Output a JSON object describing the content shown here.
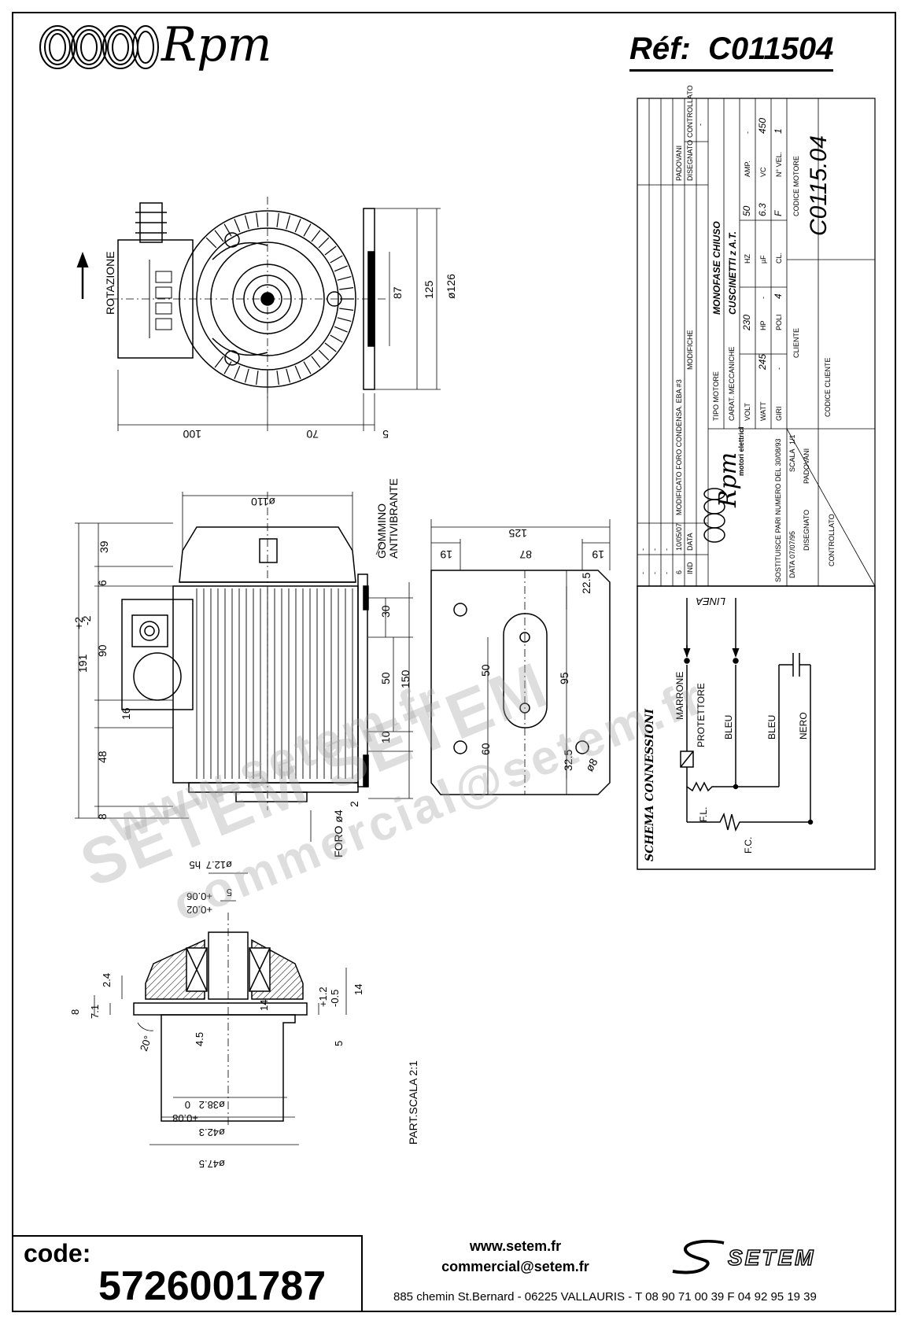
{
  "header": {
    "brand": "Rpm",
    "ref_label": "Réf:",
    "ref_value": "C011504"
  },
  "front_view": {
    "rotation_label": "ROTAZIONE",
    "dims": [
      "100",
      "70",
      "5",
      "87",
      "125",
      "ø126"
    ]
  },
  "side_view": {
    "dims": [
      "ø110",
      "39",
      "6",
      "90",
      "16",
      "48",
      "8",
      "191",
      "+2",
      "-2",
      "30",
      "50",
      "150",
      "10",
      "2"
    ],
    "labels": [
      "GOMMINO",
      "ANTIVIBRANTE",
      "FORO ø4"
    ]
  },
  "plate_view": {
    "dims": [
      "125",
      "19",
      "87",
      "19",
      "22.5",
      "50",
      "95",
      "60",
      "32.5",
      "ø8"
    ]
  },
  "bearing_detail": {
    "dims": [
      "ø12.7",
      "h5",
      "+0.06",
      "+0.02",
      "5",
      "2.4",
      "8",
      "7.1",
      "14",
      "4.5",
      "20°",
      "+1.2",
      "-0.5",
      "14",
      "5",
      "ø38.2",
      "0",
      "+0.08",
      "ø42.3",
      "ø47.5"
    ],
    "scale_label": "PART.SCALA 2:1"
  },
  "wiring": {
    "title": "SCHEMA CONNESSIONI",
    "line_label": "LINEA",
    "wires": [
      "MARRONE",
      "PROTETTORE",
      "BLEU",
      "BLEU",
      "NERO"
    ],
    "fl": "F.L.",
    "fc": "F.C."
  },
  "title_block": {
    "rev_rows": [
      {
        "ind": "6",
        "data": "10/05/07",
        "mod": "MODIFICATO FORO CONDENSA. EBA #3"
      },
      {
        "ind": "-",
        "data": "-",
        "mod": "-"
      },
      {
        "ind": "-",
        "data": "-",
        "mod": "-"
      },
      {
        "ind": "-",
        "data": "-",
        "mod": "-"
      },
      {
        "ind": "-",
        "data": "-",
        "mod": "-"
      },
      {
        "ind": "-",
        "data": "-",
        "mod": "-"
      }
    ],
    "col_ind": "IND",
    "col_data": "DATA",
    "col_mod": "MODIFICHE",
    "col_disegnato": "DISEGNATO",
    "col_controllato": "CONTROLLATO",
    "disegnato_name": "PADOVANI",
    "controllato_val": "-",
    "brand": "Rpm",
    "brand_sub": "motori elettrici",
    "sostituisce": "SOSTITUISCE PARI NUMERO DEL 30/08/93",
    "scala_label": "SCALA",
    "scala_value": "1/1",
    "data_label": "DATA",
    "data_value": "07/07/95",
    "disegnato_label": "DISEGNATO",
    "disegnato_value": "PADOVANI",
    "controllato_label": "CONTROLLATO",
    "tipo_motore_label": "TIPO MOTORE",
    "tipo_motore_value": "MONOFASE CHIUSO",
    "carat_label": "CARAT. MECCANICHE",
    "carat_value": "CUSCINETTI z A.T.",
    "volt_label": "VOLT",
    "volt_value": "230",
    "hz_label": "HZ",
    "hz_value": "50",
    "amp_label": "AMP.",
    "amp_value": "-",
    "watt_label": "WATT",
    "watt_value": "245",
    "hp_label": "HP",
    "hp_value": "-",
    "uf_label": "µF",
    "uf_value": "6.3",
    "vc_label": "VC",
    "vc_value": "450",
    "giri_label": "GIRI",
    "giri_value": "-",
    "poli_label": "POLI",
    "poli_value": "4",
    "cl_label": "CL.",
    "cl_value": "F",
    "nvel_label": "N° VEL.",
    "nvel_value": "1",
    "cliente_label": "CLIENTE",
    "codice_cliente_label": "CODICE CLIENTE",
    "codice_motore_label": "CODICE MOTORE",
    "codice_motore_value": "C0115.04"
  },
  "watermark": {
    "lines": [
      "www.setem.fr",
      "SETEM SETEM",
      "commercial@setem.fr"
    ]
  },
  "footer": {
    "code_label": "code:",
    "code_value": "5726001787",
    "website": "www.setem.fr",
    "email": "commercial@setem.fr",
    "address": "885 chemin St.Bernard  -  06225 VALLAURIS  -  T 08 90 71 00 39   F 04 92 95 19 39",
    "setem_brand": "SETEM"
  }
}
